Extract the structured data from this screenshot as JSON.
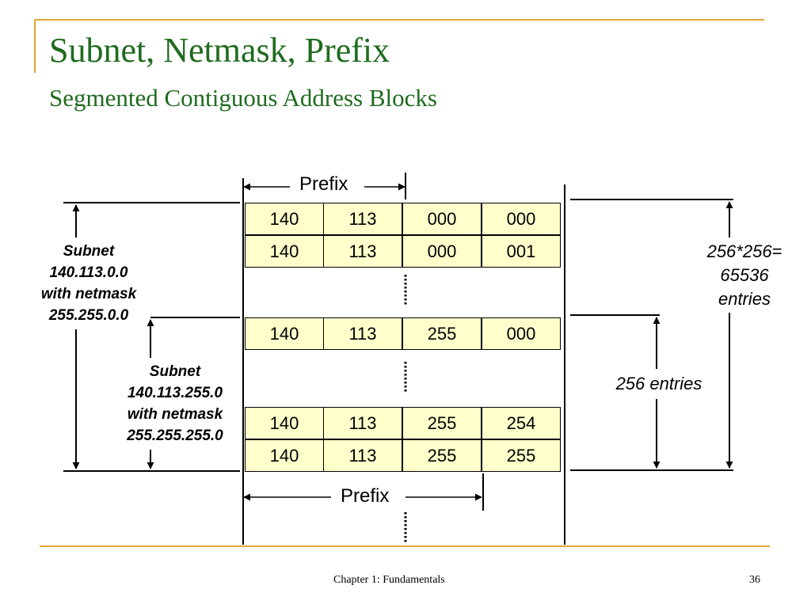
{
  "title": "Subnet, Netmask, Prefix",
  "subtitle": "Segmented Contiguous Address Blocks",
  "prefix_label": "Prefix",
  "rows": [
    [
      "140",
      "113",
      "000",
      "000"
    ],
    [
      "140",
      "113",
      "000",
      "001"
    ],
    [
      "140",
      "113",
      "255",
      "000"
    ],
    [
      "140",
      "113",
      "255",
      "254"
    ],
    [
      "140",
      "113",
      "255",
      "255"
    ]
  ],
  "subnet_a": [
    "Subnet",
    "140.113.0.0",
    "with netmask",
    "255.255.0.0"
  ],
  "subnet_b": [
    "Subnet",
    "140.113.255.0",
    "with netmask",
    "255.255.255.0"
  ],
  "entries_total": [
    "256*256=",
    "65536",
    "entries"
  ],
  "entries_subnet": "256 entries",
  "footer": {
    "chapter": "Chapter 1: Fundamentals",
    "page_number": "36"
  },
  "colors": {
    "title": "#1f6b1f",
    "rule": "#e1a832",
    "cell_fill": "#ffffcc"
  }
}
